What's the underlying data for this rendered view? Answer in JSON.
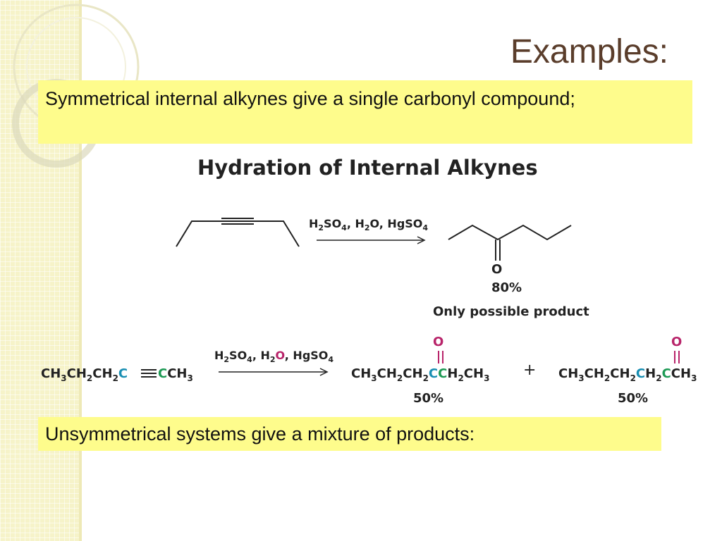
{
  "slide": {
    "title": "Examples:",
    "callout_symmetric": "Symmetrical internal alkynes give a single carbonyl compound;",
    "callout_unsymmetric": "Unsymmetrical systems give a mixture of products:"
  },
  "figure": {
    "heading": "Hydration of Internal Alkynes",
    "reaction1": {
      "reagents": [
        "H",
        "2",
        "SO",
        "4",
        ", H",
        "2",
        "O, HgSO",
        "4"
      ],
      "oxygen_label": "O",
      "yield": "80%",
      "caption": "Only possible product"
    },
    "reaction2": {
      "reactant": {
        "left": [
          "CH",
          "3",
          "CH",
          "2",
          "CH",
          "2"
        ],
        "c1": "C",
        "c2": "C",
        "right": [
          "CH",
          "3"
        ]
      },
      "reagents": {
        "a": "H",
        "b": "2",
        "c": "SO",
        "d": "4",
        "e": ", H",
        "f": "2",
        "o": "O",
        "g": ", HgSO",
        "h": "4"
      },
      "product1": {
        "pre": [
          "CH",
          "3",
          "CH",
          "2",
          "CH",
          "2"
        ],
        "carbonyl_c": "C",
        "post": [
          "CH",
          "2",
          "CH",
          "3"
        ],
        "oxygen": "O",
        "yield": "50%"
      },
      "plus": "+",
      "product2": {
        "pre": [
          "CH",
          "3",
          "CH",
          "2",
          "CH",
          "2"
        ],
        "c_blue": "C",
        "mid": [
          "H",
          "2"
        ],
        "carbonyl_c": "C",
        "post": [
          "CH",
          "3"
        ],
        "oxygen": "O",
        "yield": "50%"
      }
    }
  },
  "colors": {
    "oxygen": "#b8246a",
    "carbon_blue": "#1a8fb3",
    "carbon_green": "#1e9a55",
    "highlight": "#fefc8c",
    "title": "#5a3d2b"
  }
}
